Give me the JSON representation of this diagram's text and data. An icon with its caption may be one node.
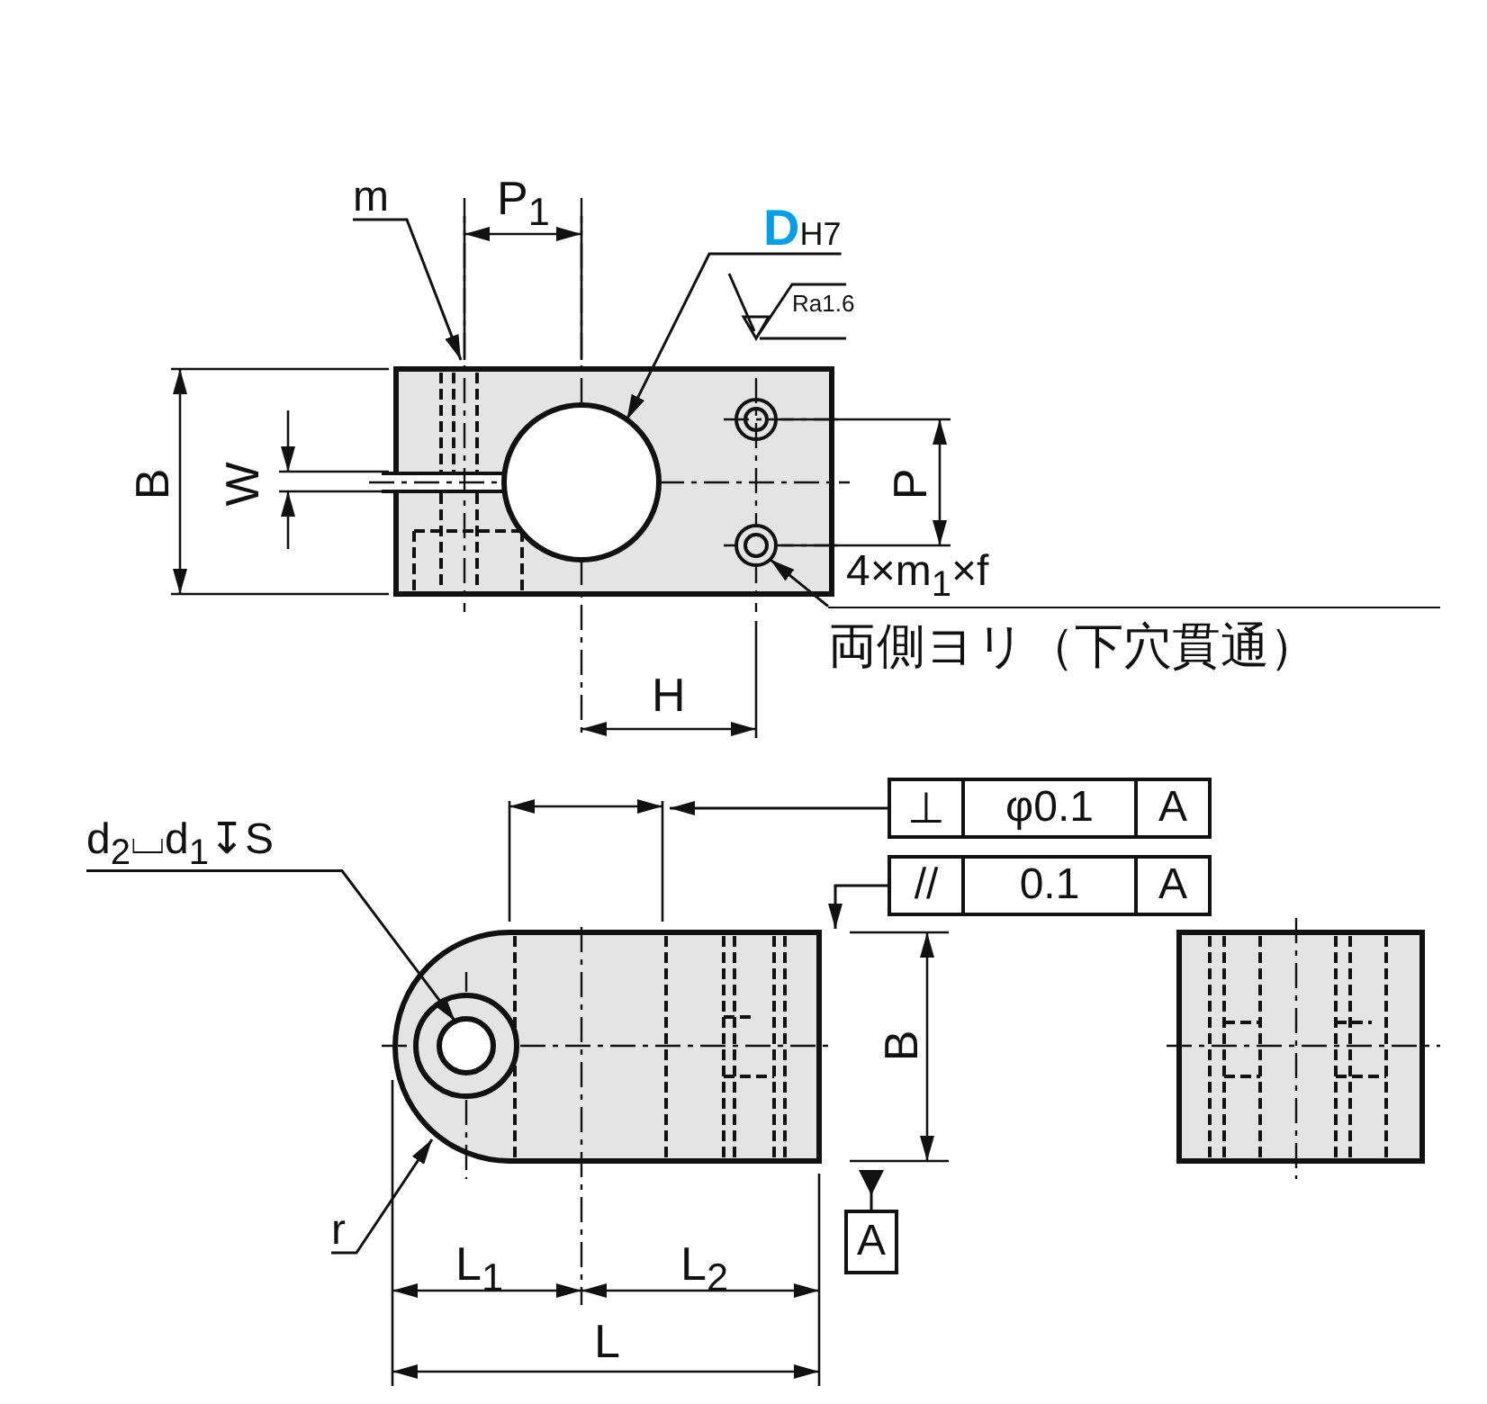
{
  "diagram": {
    "nodes": [
      {
        "text": [
          "m"
        ]
      },
      {
        "text": [
          "DH7"
        ]
      },
      {
        "text": [
          "4×m$_{1}$×f",
          "両側ヨリ（下穴貫通）"
        ]
      },
      {
        "text": [
          "d$_{2}$⌴d$_{1}$↧S"
        ]
      },
      {
        "text": [
          "r"
        ]
      },
      {
        "text": [
          "⊥",
          "φ0.1",
          "A"
        ]
      },
      {
        "text": [
          "//",
          "0.1",
          "A"
        ]
      },
      {
        "text": [
          "A"
        ]
      },
      {
        "text": [],
        "shape": "circle"
      },
      {
        "text": [],
        "shape": "circle"
      },
      {
        "text": [],
        "shape": "picture"
      },
      {
        "text": [],
        "shape": "circle",
        "in": 10
      }
    ],
    "edges": [
      {
        "from": 0,
        "to": null,
        "arrow": "to"
      },
      {
        "from": 1,
        "to": 8,
        "arrow": "to"
      },
      {
        "from": 2,
        "to": 9,
        "arrow": "to"
      },
      {
        "from": 3,
        "to": 11,
        "arrow": "to"
      },
      {
        "from": 4,
        "to": 10,
        "arrow": "to"
      },
      {
        "from": 5,
        "to": null,
        "arrow": "to"
      },
      {
        "from": 6,
        "to": 10,
        "arrow": "to"
      },
      {
        "from": 7,
        "to": null,
        "arrow": "other"
      }
    ],
    "labels": [
      "P$_{1}$",
      "Ra1.6",
      "B",
      "W",
      "P",
      "H",
      "B",
      "L$_{1}$",
      "L$_{2}$",
      "L"
    ]
  }
}
